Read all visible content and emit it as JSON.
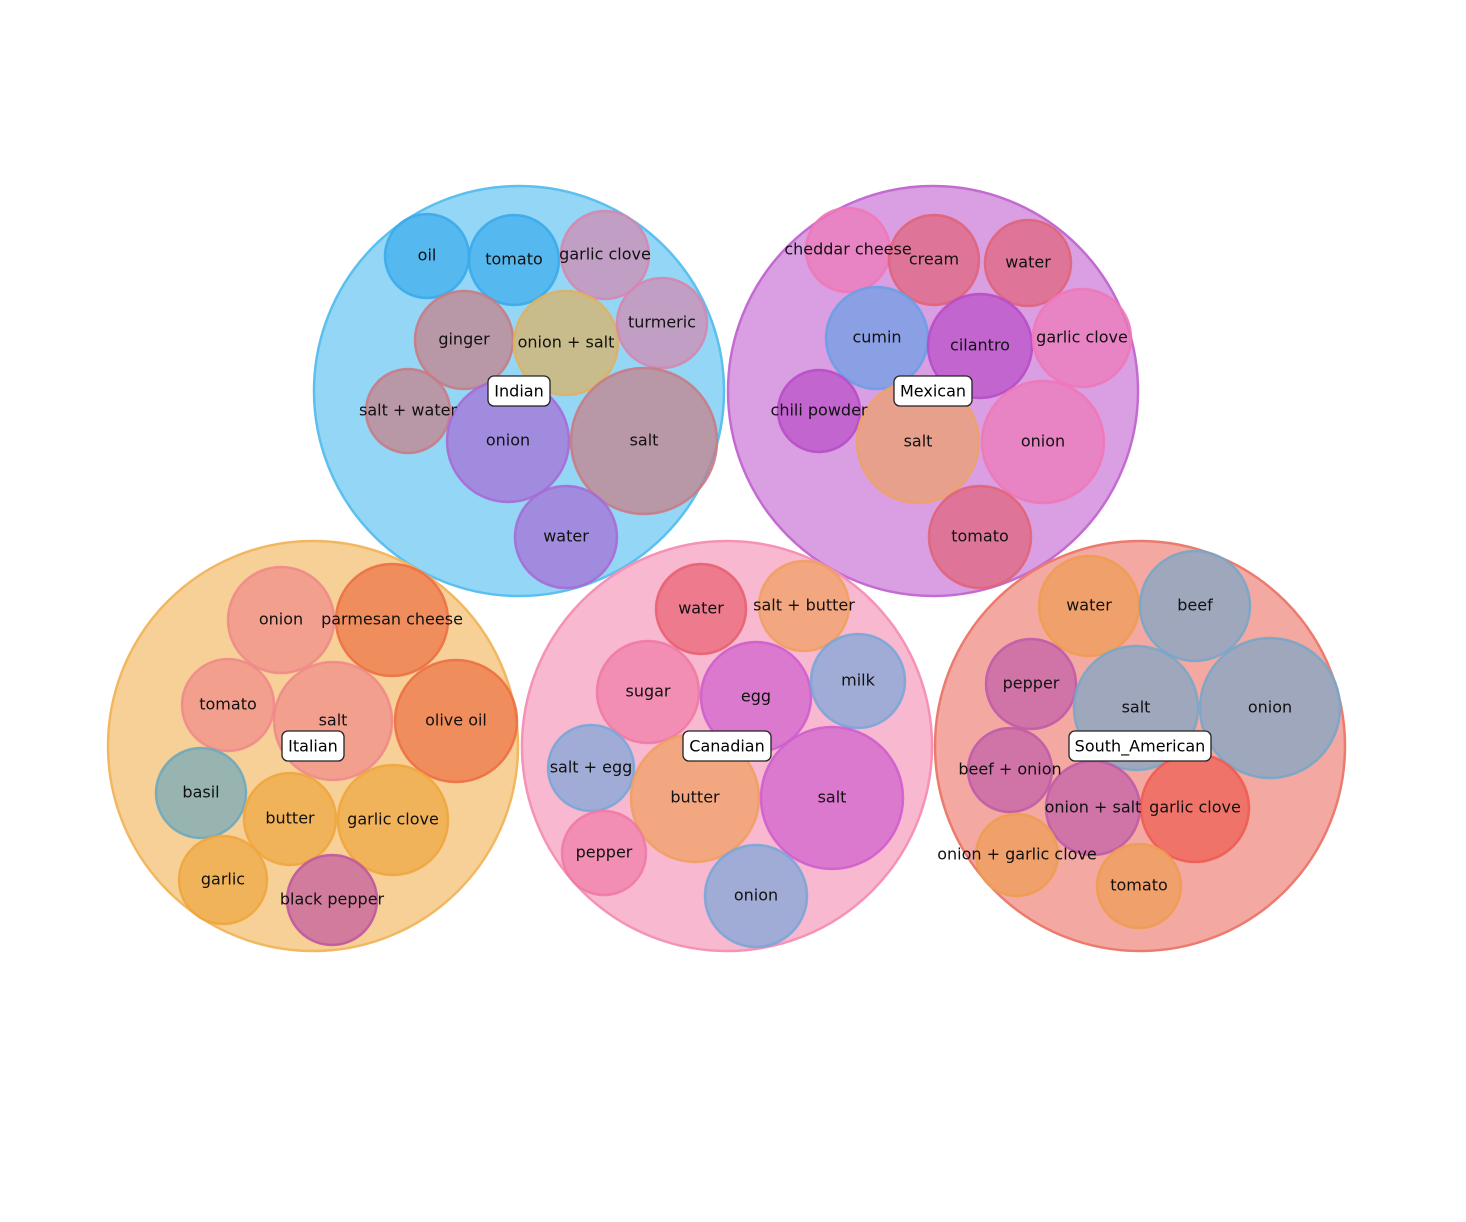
{
  "chart_data": {
    "type": "bubble-cluster",
    "title": "",
    "legend": "none",
    "clusters": [
      {
        "name": "Indian",
        "color": "#5BC0F0",
        "bubbles": [
          {
            "label": "oil",
            "color": "#3AABEB"
          },
          {
            "label": "tomato",
            "color": "#3AABEB"
          },
          {
            "label": "garlic clove",
            "color": "#D487B0"
          },
          {
            "label": "ginger",
            "color": "#C77C85"
          },
          {
            "label": "onion + salt",
            "color": "#E0B060"
          },
          {
            "label": "turmeric",
            "color": "#D487B0"
          },
          {
            "label": "salt + water",
            "color": "#C77C85"
          },
          {
            "label": "onion",
            "color": "#A66BD6"
          },
          {
            "label": "salt",
            "color": "#C77C85"
          },
          {
            "label": "water",
            "color": "#A66BD6"
          }
        ]
      },
      {
        "name": "Mexican",
        "color": "#C46BD2",
        "bubbles": [
          {
            "label": "cheddar cheese",
            "color": "#EE78B8"
          },
          {
            "label": "cream",
            "color": "#E0647A"
          },
          {
            "label": "water",
            "color": "#E0647A"
          },
          {
            "label": "cumin",
            "color": "#6A9FE6"
          },
          {
            "label": "cilantro",
            "color": "#B84DC8"
          },
          {
            "label": "garlic clove",
            "color": "#EE78B8"
          },
          {
            "label": "chili powder",
            "color": "#B84DC8"
          },
          {
            "label": "salt",
            "color": "#EDA168"
          },
          {
            "label": "onion",
            "color": "#EE78B8"
          },
          {
            "label": "tomato",
            "color": "#E0647A"
          }
        ]
      },
      {
        "name": "Italian",
        "color": "#F2B761",
        "bubbles": [
          {
            "label": "onion",
            "color": "#F08A8A"
          },
          {
            "label": "parmesan cheese",
            "color": "#EC7044"
          },
          {
            "label": "tomato",
            "color": "#F08A8A"
          },
          {
            "label": "salt",
            "color": "#F08A8A"
          },
          {
            "label": "olive oil",
            "color": "#EC7044"
          },
          {
            "label": "basil",
            "color": "#6FA8BC"
          },
          {
            "label": "butter",
            "color": "#EEA63E"
          },
          {
            "label": "garlic clove",
            "color": "#EEA63E"
          },
          {
            "label": "garlic",
            "color": "#EEA63E"
          },
          {
            "label": "black pepper",
            "color": "#C0589E"
          }
        ]
      },
      {
        "name": "Canadian",
        "color": "#F592B6",
        "bubbles": [
          {
            "label": "water",
            "color": "#E86070"
          },
          {
            "label": "salt + butter",
            "color": "#F0A060"
          },
          {
            "label": "sugar",
            "color": "#F07AA6"
          },
          {
            "label": "egg",
            "color": "#CF5ECD"
          },
          {
            "label": "milk",
            "color": "#7AA6D8"
          },
          {
            "label": "salt + egg",
            "color": "#7AA6D8"
          },
          {
            "label": "butter",
            "color": "#F0A060"
          },
          {
            "label": "salt",
            "color": "#CF5ECD"
          },
          {
            "label": "pepper",
            "color": "#F07AA6"
          },
          {
            "label": "onion",
            "color": "#7AA6D8"
          }
        ]
      },
      {
        "name": "South_American",
        "color": "#EC7B6E",
        "bubbles": [
          {
            "label": "water",
            "color": "#EE9C52"
          },
          {
            "label": "beef",
            "color": "#7AA6C8"
          },
          {
            "label": "pepper",
            "color": "#C05CA8"
          },
          {
            "label": "salt",
            "color": "#7AA6C8"
          },
          {
            "label": "onion",
            "color": "#7AA6C8"
          },
          {
            "label": "beef + onion",
            "color": "#C05CA8"
          },
          {
            "label": "onion + salt",
            "color": "#C05CA8"
          },
          {
            "label": "garlic clove",
            "color": "#EE5C52"
          },
          {
            "label": "onion + garlic clove",
            "color": "#EE9C52"
          },
          {
            "label": "tomato",
            "color": "#EE9C52"
          }
        ]
      }
    ]
  }
}
